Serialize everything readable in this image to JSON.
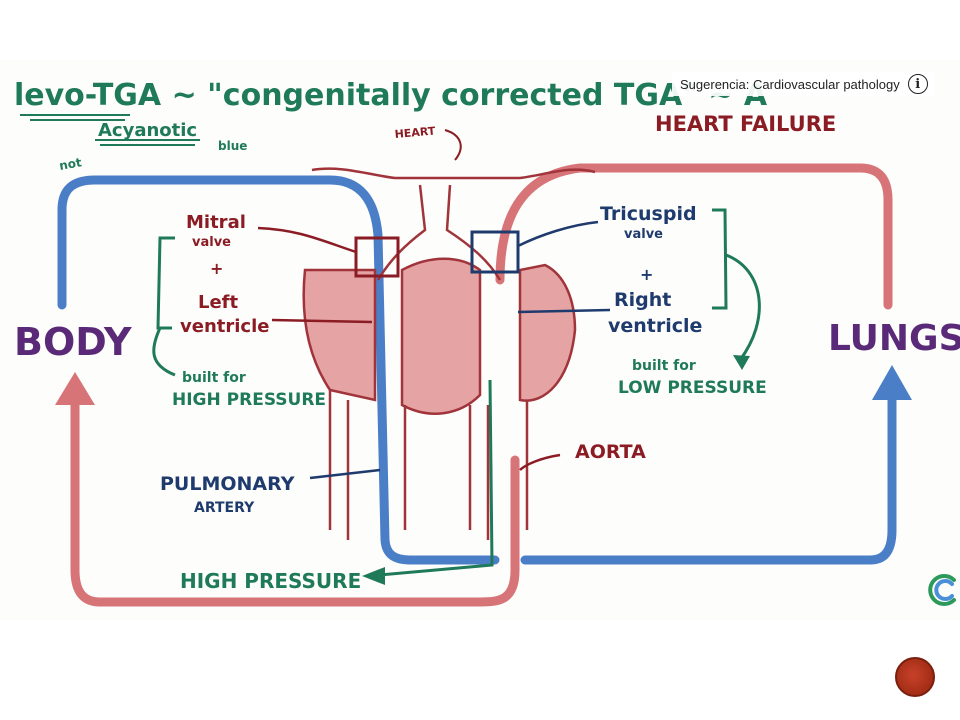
{
  "suggestion": {
    "prefix": "Sugerencia: ",
    "topic": "Cardiovascular pathology"
  },
  "icons": {
    "info": "info-icon",
    "loading": "loading-spinner-icon",
    "nav": "next-slide-button"
  },
  "diagram": {
    "title": "levo-TGA ~ \"congenitally corrected TGA\" ~ A",
    "acyanotic": "Acyanotic",
    "not_label": "not",
    "blue_label": "blue",
    "heart_label": "HEART",
    "heart_failure": "HEART FAILURE",
    "mitral": "Mitral",
    "valve": "valve",
    "plus": "+",
    "left": "Left",
    "ventricle": "ventricle",
    "built_for": "built for",
    "high_pressure_caps": "HIGH PRESSURE",
    "tricuspid": "Tricuspid",
    "right": "Right",
    "built_for_2": "built for",
    "low_pressure": "LOW PRESSURE",
    "body": "BODY",
    "lungs": "LUNGS",
    "pulmonary": "PULMONARY",
    "artery": "ARTERY",
    "aorta": "AORTA",
    "high_pressure_bottom": "HIGH PRESSURE"
  },
  "colors": {
    "red": "#c95a5e",
    "darkred": "#8b1c24",
    "blue": "#4a7fc7",
    "navy": "#1f3b6e",
    "green": "#1f7a5a",
    "purple": "#5a2a78",
    "heart_fill": "#e5a3a3"
  }
}
